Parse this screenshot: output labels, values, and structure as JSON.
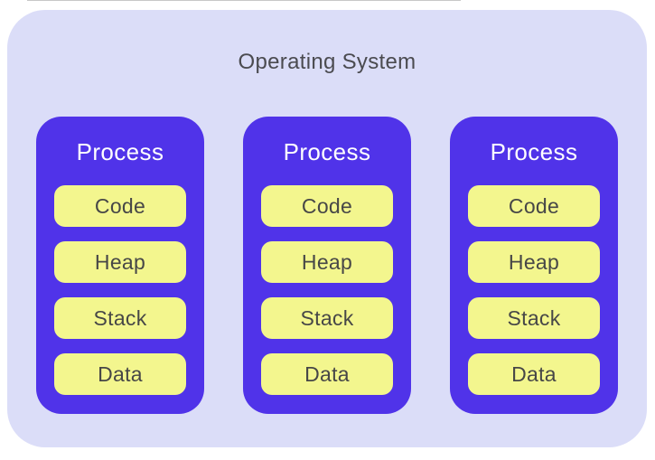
{
  "diagram": {
    "title": "Operating System",
    "processes": [
      {
        "label": "Process",
        "segments": [
          "Code",
          "Heap",
          "Stack",
          "Data"
        ]
      },
      {
        "label": "Process",
        "segments": [
          "Code",
          "Heap",
          "Stack",
          "Data"
        ]
      },
      {
        "label": "Process",
        "segments": [
          "Code",
          "Heap",
          "Stack",
          "Data"
        ]
      }
    ],
    "colors": {
      "container_bg": "#dbddf8",
      "process_bg": "#5033e9",
      "segment_bg": "#f3f68e",
      "title_text": "#4b4b50",
      "process_text": "#ffffff",
      "segment_text": "#474747"
    }
  }
}
